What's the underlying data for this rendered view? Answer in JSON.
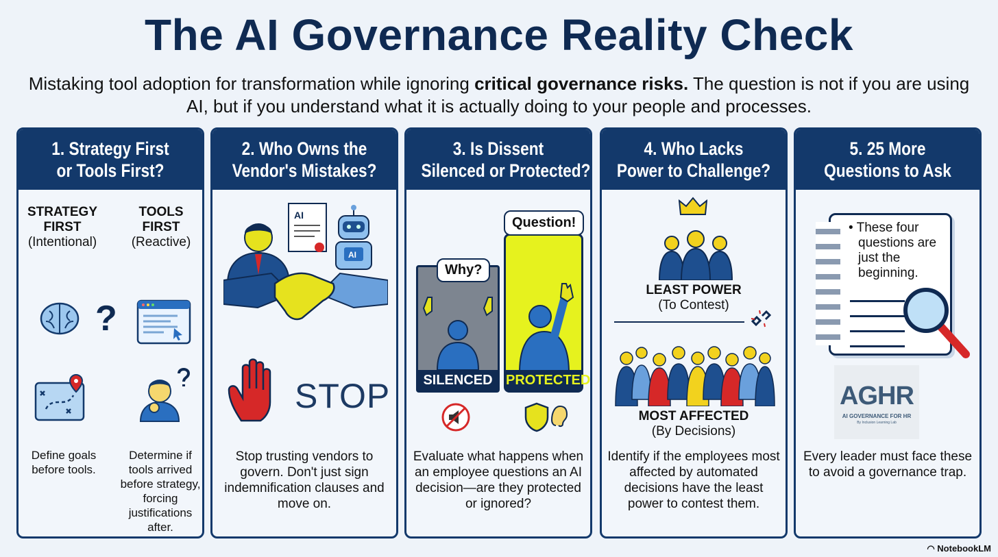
{
  "title": "The AI Governance Reality Check",
  "subtitle": {
    "pre": "Mistaking tool adoption for transformation while ignoring ",
    "bold": "critical governance risks.",
    "post": " The question is not if you are using AI, but if you understand what it is actually doing to your people and processes."
  },
  "panels": [
    {
      "title1": "1. Strategy First",
      "title2": "or Tools First?",
      "left_head1": "STRATEGY",
      "left_head2": "FIRST",
      "left_sub": "(Intentional)",
      "right_head1": "TOOLS",
      "right_head2": "FIRST",
      "right_sub": "(Reactive)",
      "question_mark": "?",
      "left_desc": "Define goals before tools.",
      "right_desc": "Determine if tools arrived before strategy, forcing justifications after.",
      "icons": [
        "brain-icon",
        "browser-window-icon",
        "map-pin-icon",
        "confused-person-icon"
      ]
    },
    {
      "title1": "2. Who Owns the",
      "title2": "Vendor's Mistakes?",
      "doc_label": "AI",
      "robot_label": "AI",
      "stop_label": "STOP",
      "desc": "Stop trusting vendors to govern. Don't just sign indemnification clauses and move on.",
      "icons": [
        "businessman-icon",
        "contract-icon",
        "robot-icon",
        "handshake-icon",
        "stop-hand-icon"
      ]
    },
    {
      "title1": "3. Is Dissent",
      "title2": "Silenced or Protected?",
      "bubble_left": "Why?",
      "bubble_right": "Question!",
      "label_left": "SILENCED",
      "label_right": "PROTECTED",
      "desc": "Evaluate what happens when an employee questions an AI decision—are they protected or ignored?",
      "icons": [
        "muted-speaker-icon",
        "shield-ear-icon"
      ],
      "colors": {
        "silenced": "#7d8590",
        "protected": "#e6f21e"
      }
    },
    {
      "title1": "4. Who Lacks",
      "title2": "Power to Challenge?",
      "top_head": "LEAST POWER",
      "top_sub": "(To Contest)",
      "bottom_head": "MOST AFFECTED",
      "bottom_sub": "(By Decisions)",
      "desc": "Identify if the employees most affected by automated decisions have the least power to contest them.",
      "icons": [
        "crown-icon",
        "leaders-icon",
        "broken-link-icon",
        "employees-group-icon"
      ]
    },
    {
      "title1": "5. 25 More",
      "title2": "Questions to Ask",
      "notebook_text": "These four questions are just the beginning.",
      "logo_text": "AGHR",
      "logo_sub": "AI GOVERNANCE FOR HR",
      "logo_byline": "By Inclusion Learning Lab",
      "desc": "Every leader must face these to avoid a governance trap.",
      "icons": [
        "notebook-icon",
        "magnifier-icon"
      ]
    }
  ],
  "footer": "NotebookLM",
  "colors": {
    "navy": "#13396b",
    "yellow": "#e6f21e",
    "blue": "#2a6fc0",
    "red": "#d62828"
  }
}
